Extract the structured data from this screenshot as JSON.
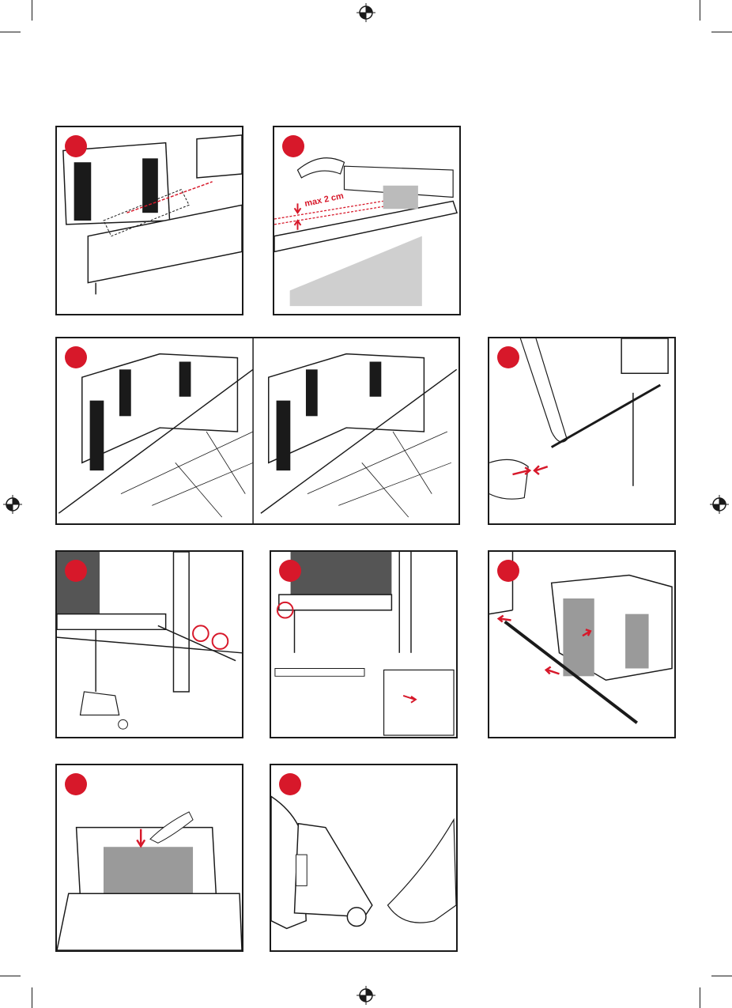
{
  "page": {
    "background": "#ffffff",
    "accent": "#d7182a",
    "line": "#1a1a1a"
  },
  "panels": [
    {
      "id": "p1",
      "badge_color": "#d7182a"
    },
    {
      "id": "p2",
      "badge_color": "#d7182a",
      "measure_label": "max 2 cm"
    },
    {
      "id": "p3",
      "badge_color": "#d7182a"
    },
    {
      "id": "p4",
      "badge_color": "#d7182a"
    },
    {
      "id": "p5",
      "badge_color": "#d7182a"
    },
    {
      "id": "p6",
      "badge_color": "#d7182a"
    },
    {
      "id": "p7",
      "badge_color": "#d7182a"
    },
    {
      "id": "p8",
      "badge_color": "#d7182a"
    },
    {
      "id": "p9",
      "badge_color": "#d7182a"
    }
  ],
  "icons": [
    "registration-mark-icon",
    "crop-mark-icon",
    "step-badge-icon",
    "arrow-icon"
  ]
}
